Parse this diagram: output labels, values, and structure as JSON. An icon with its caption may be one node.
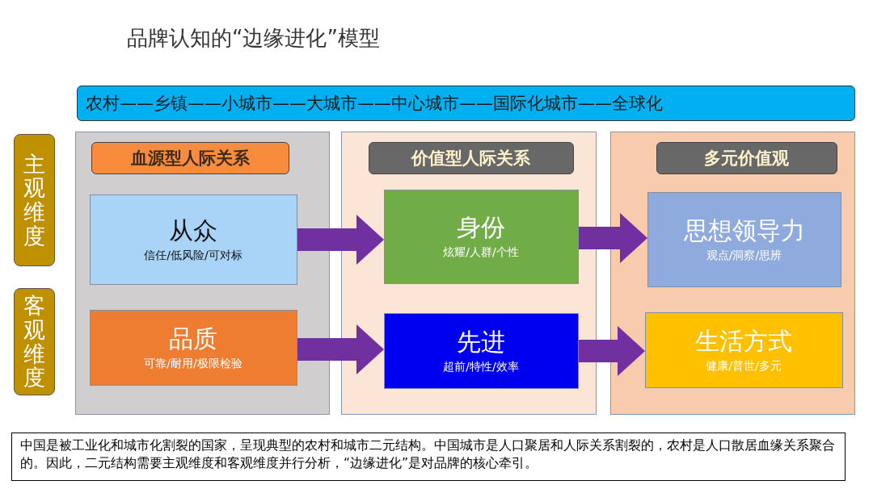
{
  "diagram": {
    "title": "品牌认知的“边缘进化”模型",
    "nodes": [
      {
        "text": [
          "农村——乡镇——小城市——大城市——中心城市——国际化城市——全球化"
        ]
      },
      {
        "text": [
          "主观维度"
        ]
      },
      {
        "text": [
          "客观维度"
        ]
      },
      {
        "text": [],
        "shape": "box"
      },
      {
        "text": [
          "血源型人际关系"
        ],
        "in": 3
      },
      {
        "text": [
          "从众",
          "信任/低风险/可对标"
        ],
        "in": 3
      },
      {
        "text": [
          "品质",
          "可靠/耐用/极限检验"
        ],
        "in": 3
      },
      {
        "text": [],
        "shape": "box"
      },
      {
        "text": [
          "价值型人际关系"
        ],
        "in": 7
      },
      {
        "text": [
          "身份",
          "炫耀/人群/个性"
        ],
        "in": 7
      },
      {
        "text": [
          "先进",
          "超前/特性/效率"
        ],
        "in": 7
      },
      {
        "text": [],
        "shape": "box"
      },
      {
        "text": [
          "多元价值观"
        ],
        "in": 11
      },
      {
        "text": [
          "思想领导力",
          "观点/洞察/思辨"
        ],
        "in": 11
      },
      {
        "text": [
          "生活方式",
          "健康/普世/多元"
        ],
        "in": 11
      },
      {
        "text": [
          "中国是被工业化和城市化割裂的国家，呈现典型的农村和城市二元结构。中国城市是人口聚居和人际关系割裂的，农村是人口散居血缘关系聚合的。因此，二元结构需要主观维度和客观维度并行分析，“边缘进化”是对品牌的核心牵引。"
        ]
      }
    ],
    "edges": [
      {
        "from": 5,
        "to": 9,
        "arrow": "to"
      },
      {
        "from": 9,
        "to": 13,
        "arrow": "to"
      },
      {
        "from": 6,
        "to": 10,
        "arrow": "to"
      },
      {
        "from": 10,
        "to": 14,
        "arrow": "to"
      }
    ]
  }
}
